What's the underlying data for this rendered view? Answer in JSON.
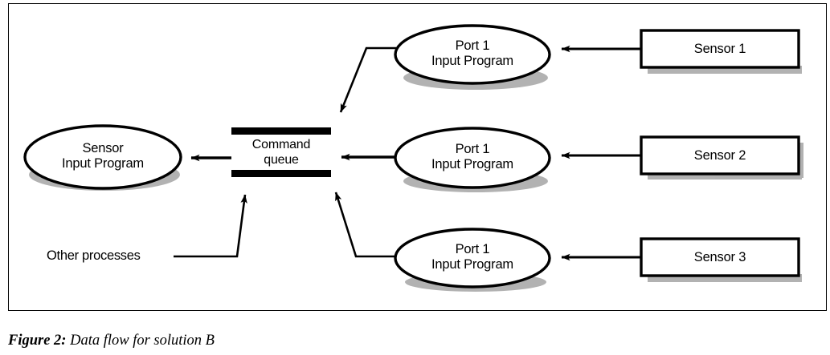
{
  "figure": {
    "caption_label": "Figure 2:",
    "caption_text": " Data flow for solution B"
  },
  "diagram": {
    "type": "data-flow",
    "colors": {
      "stroke": "#000000",
      "background": "#ffffff",
      "shadow": "#000000"
    },
    "nodes": {
      "sensor_input_program": {
        "shape": "ellipse",
        "line1": "Sensor",
        "line2": "Input Program"
      },
      "command_queue": {
        "shape": "bar-pair",
        "line1": "Command",
        "line2": "queue"
      },
      "port_programs": [
        {
          "shape": "ellipse",
          "line1": "Port 1",
          "line2": "Input Program"
        },
        {
          "shape": "ellipse",
          "line1": "Port 1",
          "line2": "Input Program"
        },
        {
          "shape": "ellipse",
          "line1": "Port 1",
          "line2": "Input Program"
        }
      ],
      "sensors": [
        {
          "shape": "rectangle",
          "label": "Sensor 1"
        },
        {
          "shape": "rectangle",
          "label": "Sensor 2"
        },
        {
          "shape": "rectangle",
          "label": "Sensor 3"
        }
      ],
      "other_processes": {
        "shape": "text-annotation",
        "label": "Other processes"
      }
    },
    "edges": [
      {
        "from": "Sensor 1",
        "to": "Port 1 Input Program (top)",
        "direction": "left"
      },
      {
        "from": "Sensor 2",
        "to": "Port 1 Input Program (middle)",
        "direction": "left"
      },
      {
        "from": "Sensor 3",
        "to": "Port 1 Input Program (bottom)",
        "direction": "left"
      },
      {
        "from": "Port 1 Input Program (top)",
        "to": "Command queue",
        "direction": "down-left"
      },
      {
        "from": "Port 1 Input Program (middle)",
        "to": "Command queue",
        "direction": "left"
      },
      {
        "from": "Port 1 Input Program (bottom)",
        "to": "Command queue",
        "direction": "up-left"
      },
      {
        "from": "Other processes",
        "to": "Command queue",
        "direction": "up-right"
      },
      {
        "from": "Command queue",
        "to": "Sensor Input Program",
        "direction": "left"
      }
    ]
  }
}
